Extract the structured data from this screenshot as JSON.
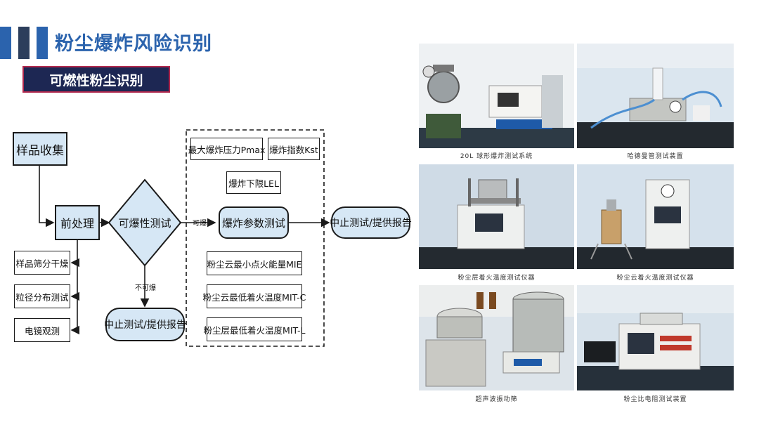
{
  "header": {
    "title": "粉尘爆炸风险识别",
    "subtitle": "可燃性粉尘识别"
  },
  "flow": {
    "sample": "样品收集",
    "pre": "前处理",
    "test": "可爆性测试",
    "sieve": "样品筛分干燥",
    "particle": "粒径分布测试",
    "em": "电镜观测",
    "edge_yes": "可爆",
    "edge_no": "不可爆",
    "stop_left": "中止测试/提供报告",
    "param": "爆炸参数测试",
    "pmax": "最大爆炸压力Pmax",
    "kst": "爆炸指数Kst",
    "lel": "爆炸下限LEL",
    "mie": "粉尘云最小点火能量MIE",
    "mitc": "粉尘云最低着火温度MIT-C",
    "mitl": "粉尘层最低着火温度MIT-L",
    "stop_right": "中止测试/提供报告"
  },
  "photos": [
    {
      "caption": "20L 球形爆炸测试系统"
    },
    {
      "caption": "哈德曼管测试装置"
    },
    {
      "caption": "粉尘层着火温度测试仪器"
    },
    {
      "caption": "粉尘云着火温度测试仪器"
    },
    {
      "caption": "超声波振动筛"
    },
    {
      "caption": "粉尘比电阻测试装置"
    }
  ]
}
